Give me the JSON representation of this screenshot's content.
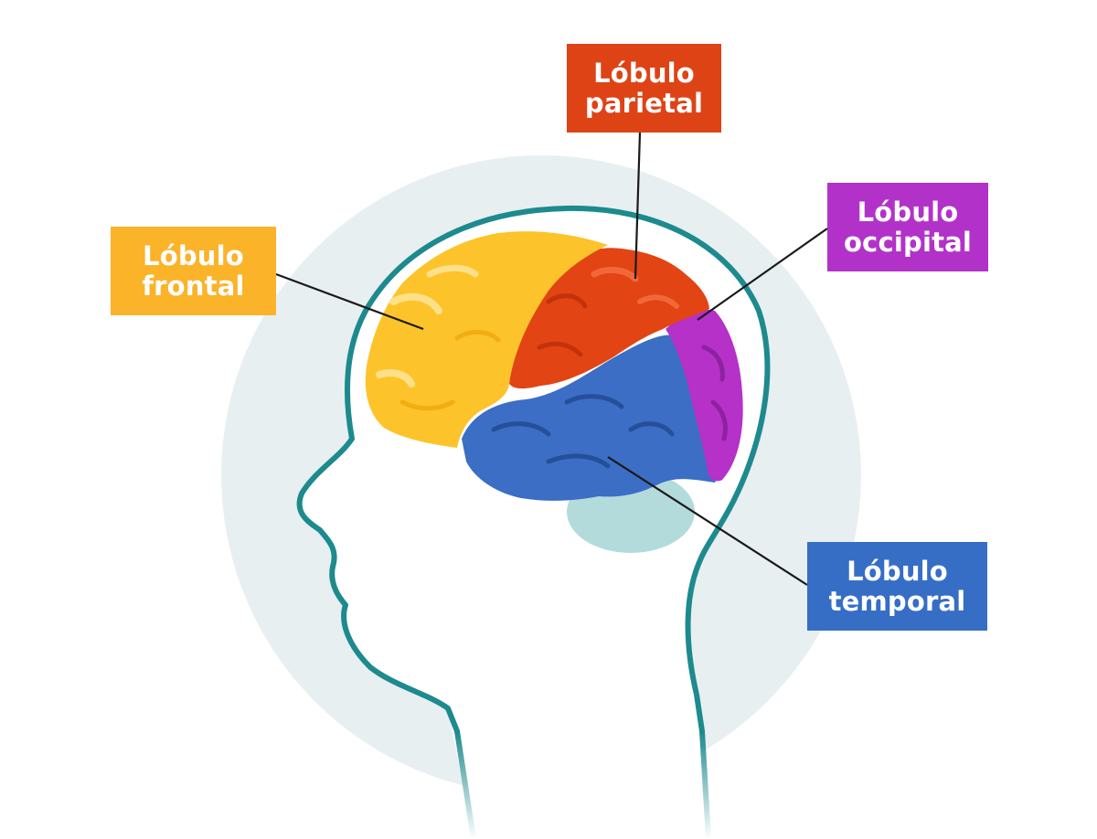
{
  "colors": {
    "background": "#ffffff",
    "halo": "#e8eff1",
    "head_outline": "#1d8a8e",
    "cerebellum": "#b3dbdc",
    "frontal": "#fcc42a",
    "parietal": "#e34414",
    "occipital": "#b531c8",
    "temporal": "#3b6ec4",
    "leader_line": "#1a1a1a"
  },
  "labels": {
    "frontal": {
      "line1": "Lóbulo",
      "line2": "frontal",
      "color": "#fbb32a"
    },
    "parietal": {
      "line1": "Lóbulo",
      "line2": "parietal",
      "color": "#de4316"
    },
    "occipital": {
      "line1": "Lóbulo",
      "line2": "occipital",
      "color": "#b232c9"
    },
    "temporal": {
      "line1": "Lóbulo",
      "line2": "temporal",
      "color": "#366ec6"
    }
  },
  "icons": {
    "head": "head-silhouette-icon",
    "brain": "brain-icon"
  }
}
